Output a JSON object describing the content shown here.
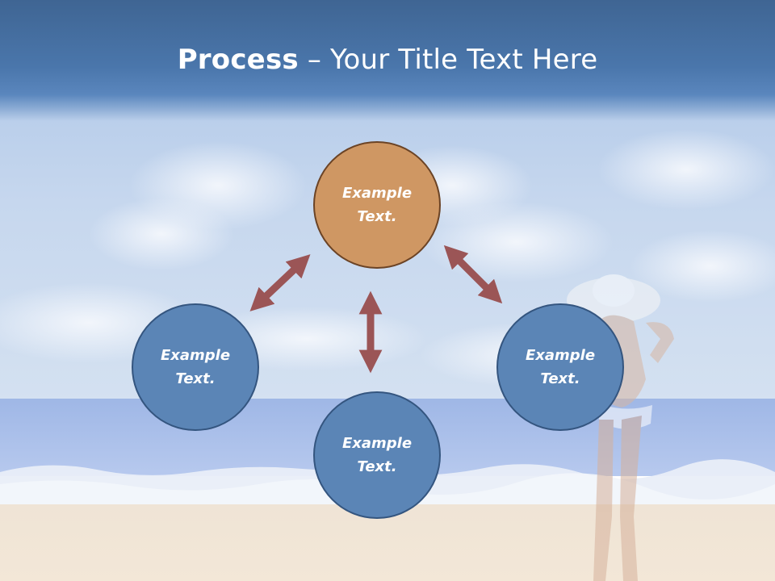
{
  "slide": {
    "title_bold": "Process",
    "title_rest": " – Your Title Text Here"
  },
  "diagram": {
    "nodes": {
      "top": "Example\nText.",
      "left": "Example\nText.",
      "right": "Example\nText.",
      "bottom": "Example\nText."
    }
  },
  "colors": {
    "title_band": "#4a76ab",
    "node_blue": "#5b85b6",
    "node_blue_border": "#34557f",
    "node_orange": "#cf9763",
    "node_orange_border": "#6b4325",
    "arrow": "#9b5556"
  },
  "icons": [
    "double-headed-arrow-icon"
  ]
}
